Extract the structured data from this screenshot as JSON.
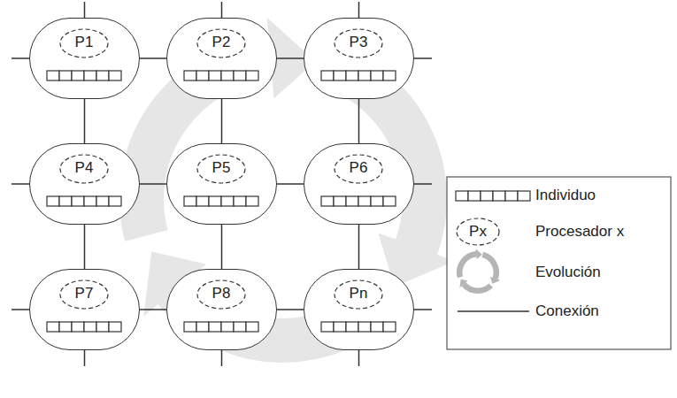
{
  "diagram": {
    "nodes": [
      {
        "text": [
          "P1"
        ]
      },
      {
        "text": [
          "P2"
        ]
      },
      {
        "text": [
          "P3"
        ]
      },
      {
        "text": [
          "P4"
        ]
      },
      {
        "text": [
          "P5"
        ]
      },
      {
        "text": [
          "P6"
        ]
      },
      {
        "text": [
          "P7"
        ]
      },
      {
        "text": [
          "P8"
        ]
      },
      {
        "text": [
          "Pn"
        ]
      }
    ],
    "edges": [
      {
        "from": 0,
        "to": 1,
        "arrow": "none"
      },
      {
        "from": 1,
        "to": 2,
        "arrow": "none"
      },
      {
        "from": 3,
        "to": 4,
        "arrow": "none"
      },
      {
        "from": 4,
        "to": 5,
        "arrow": "none"
      },
      {
        "from": 6,
        "to": 7,
        "arrow": "none"
      },
      {
        "from": 7,
        "to": 8,
        "arrow": "none"
      },
      {
        "from": 0,
        "to": 3,
        "arrow": "none"
      },
      {
        "from": 1,
        "to": 4,
        "arrow": "none"
      },
      {
        "from": 2,
        "to": 5,
        "arrow": "none"
      },
      {
        "from": 3,
        "to": 6,
        "arrow": "none"
      },
      {
        "from": 4,
        "to": 7,
        "arrow": "none"
      },
      {
        "from": 5,
        "to": 8,
        "arrow": "none"
      }
    ],
    "labels": [
      "Px"
    ],
    "legend": [
      {
        "text": "Individuo"
      },
      {
        "text": "Procesador x"
      },
      {
        "text": "Evolución"
      },
      {
        "text": "Conexión"
      }
    ]
  }
}
